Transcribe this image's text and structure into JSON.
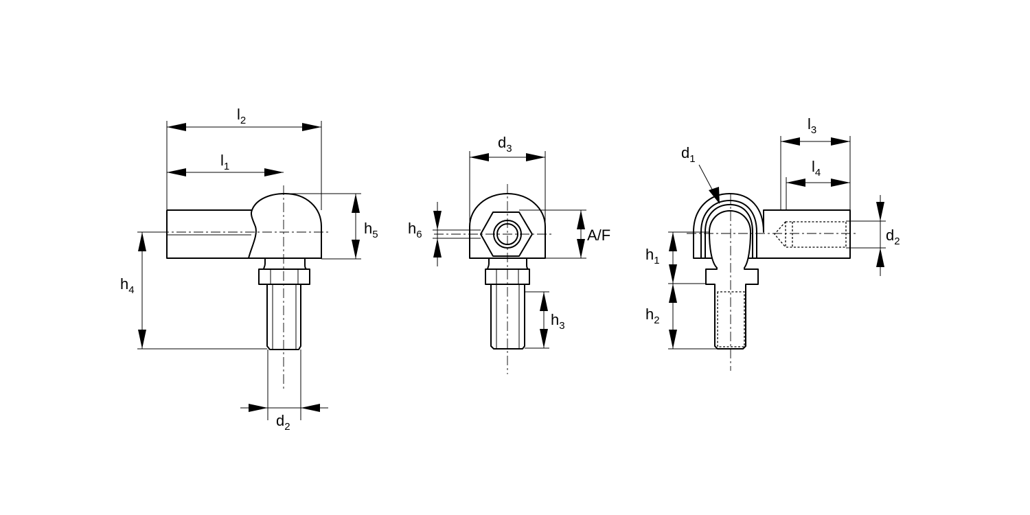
{
  "labels": {
    "l1": {
      "main": "l",
      "sub": "1"
    },
    "l2": {
      "main": "l",
      "sub": "2"
    },
    "l3": {
      "main": "l",
      "sub": "3"
    },
    "l4": {
      "main": "l",
      "sub": "4"
    },
    "h1": {
      "main": "h",
      "sub": "1"
    },
    "h2": {
      "main": "h",
      "sub": "2"
    },
    "h3": {
      "main": "h",
      "sub": "3"
    },
    "h4": {
      "main": "h",
      "sub": "4"
    },
    "h5": {
      "main": "h",
      "sub": "5"
    },
    "h6": {
      "main": "h",
      "sub": "6"
    },
    "d1": {
      "main": "d",
      "sub": "1"
    },
    "d2_left": {
      "main": "d",
      "sub": "2"
    },
    "d2_right": {
      "main": "d",
      "sub": "2"
    },
    "d3": {
      "main": "d",
      "sub": "3"
    },
    "af": "A/F"
  }
}
